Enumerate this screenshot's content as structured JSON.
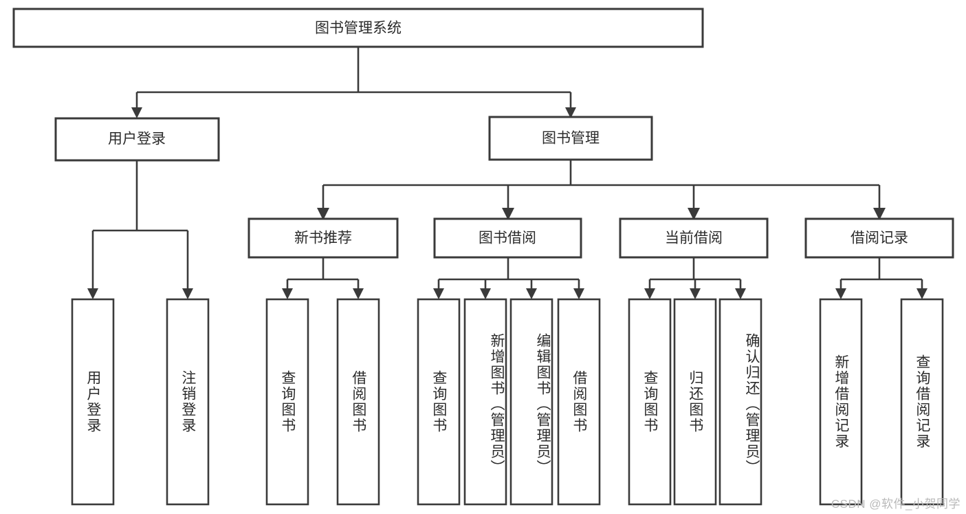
{
  "diagram": {
    "title": "图书管理系统",
    "type": "function-structure-tree",
    "root": {
      "label": "图书管理系统"
    },
    "level2": [
      {
        "label": "用户登录"
      },
      {
        "label": "图书管理"
      }
    ],
    "level3": [
      {
        "label": "新书推荐"
      },
      {
        "label": "图书借阅"
      },
      {
        "label": "当前借阅"
      },
      {
        "label": "借阅记录"
      }
    ],
    "leaves": {
      "user_login": [
        {
          "label": "用户登录"
        },
        {
          "label": "注销登录"
        }
      ],
      "new_book_recommend": [
        {
          "label": "查询图书"
        },
        {
          "label": "借阅图书"
        }
      ],
      "book_borrow": [
        {
          "label": "查询图书"
        },
        {
          "label": "新增图书（管理员）"
        },
        {
          "label": "编辑图书（管理员）"
        },
        {
          "label": "借阅图书"
        }
      ],
      "current_borrow": [
        {
          "label": "查询图书"
        },
        {
          "label": "归还图书"
        },
        {
          "label": "确认归还（管理员）"
        }
      ],
      "borrow_record": [
        {
          "label": "新增借阅记录"
        },
        {
          "label": "查询借阅记录"
        }
      ]
    }
  },
  "watermark": {
    "text": "CSDN @软件_小贺同学"
  },
  "colors": {
    "box_stroke": "#3a3a3a",
    "box_fill": "#ffffff",
    "text": "#2b2b2b",
    "watermark": "#b9b9b9",
    "background": "#ffffff"
  }
}
